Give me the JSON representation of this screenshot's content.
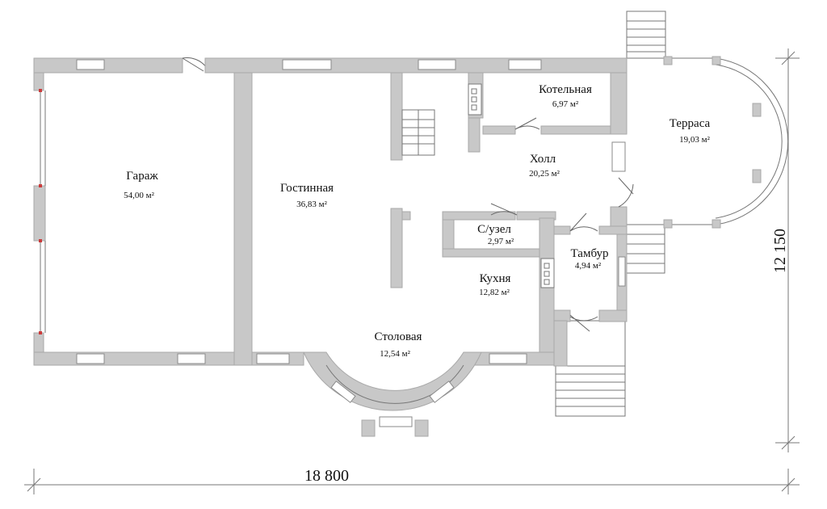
{
  "rooms": [
    {
      "id": "garage",
      "name": "Гараж",
      "area": "54,00 м²"
    },
    {
      "id": "living",
      "name": "Гостинная",
      "area": "36,83 м²"
    },
    {
      "id": "boiler",
      "name": "Котельная",
      "area": "6,97 м²"
    },
    {
      "id": "hall",
      "name": "Холл",
      "area": "20,25 м²"
    },
    {
      "id": "terrace",
      "name": "Терраса",
      "area": "19,03 м²"
    },
    {
      "id": "wc",
      "name": "С/узел",
      "area": "2,97 м²"
    },
    {
      "id": "vestibule",
      "name": "Тамбур",
      "area": "4,94 м²"
    },
    {
      "id": "kitchen",
      "name": "Кухня",
      "area": "12,82 м²"
    },
    {
      "id": "dining",
      "name": "Столовая",
      "area": "12,54 м²"
    }
  ],
  "dimensions": {
    "width": "18 800",
    "height": "12 150"
  },
  "colors": {
    "wall": "#c8c8c8",
    "wall_stroke": "#a9a9a9",
    "line": "#777777",
    "window": "#ffffff",
    "red_mark": "#cc3b3b"
  }
}
